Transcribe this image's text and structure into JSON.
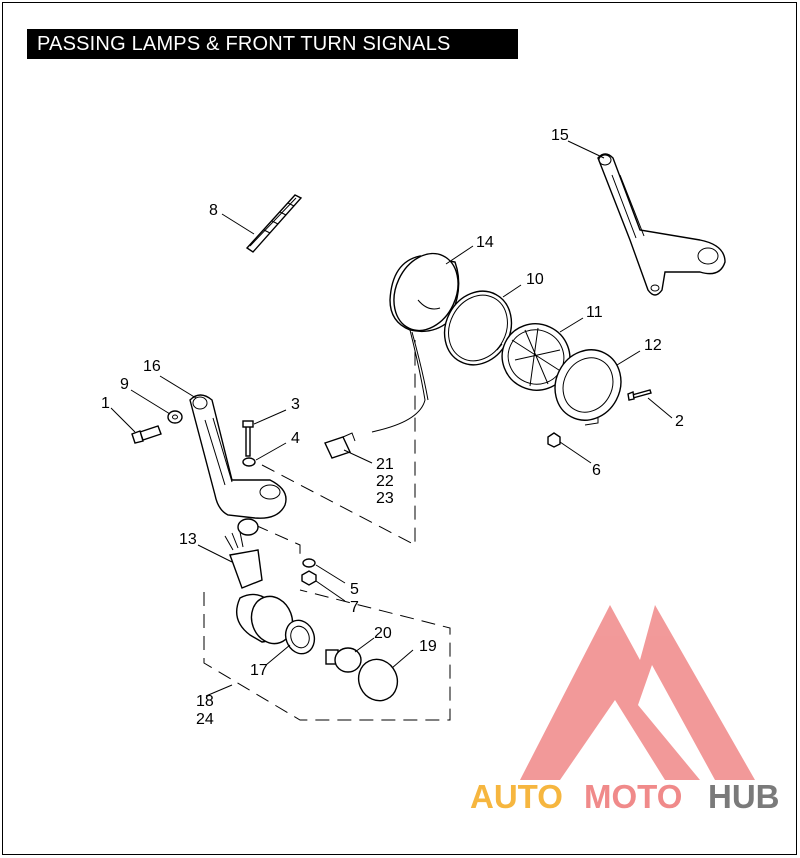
{
  "title": "PASSING LAMPS & FRONT TURN SIGNALS",
  "callouts": [
    "1",
    "2",
    "3",
    "4",
    "5",
    "6",
    "7",
    "8",
    "9",
    "10",
    "11",
    "12",
    "13",
    "14",
    "15",
    "16",
    "17",
    "18",
    "19",
    "20",
    "21",
    "22",
    "23",
    "24"
  ],
  "watermark": {
    "part1": "AUTO",
    "part2": "MOTO",
    "part3": "HUB",
    "colors": {
      "auto": "#f6b63f",
      "moto": "#f08a8a",
      "hub": "#7a7a7a",
      "mark": "#f08888"
    }
  }
}
